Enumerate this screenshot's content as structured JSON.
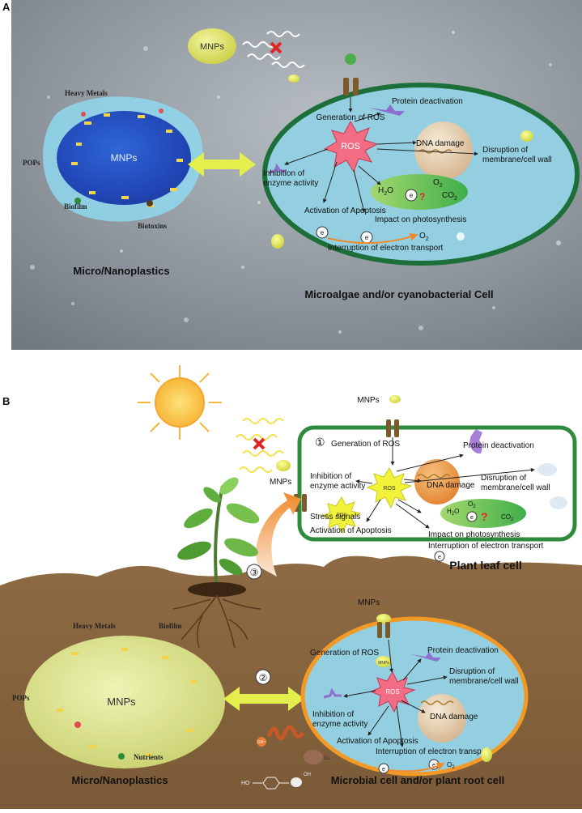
{
  "panel_a": {
    "letter": "A",
    "mnps_floating": "MNPs",
    "plastic": {
      "center": "MNPs",
      "heavy_metals": "Heavy Metals",
      "pops": "POPs",
      "biofilm": "Biofilm",
      "biotoxins": "Biotoxins",
      "caption": "Micro/Nanoplastics"
    },
    "cell": {
      "caption": "Microalgae and/or cyanobacterial Cell",
      "ros": "ROS",
      "generation_of_ros": "Generation of ROS",
      "protein_deactivation": "Protein deactivation",
      "dna_damage": "DNA damage",
      "disruption_1": "Disruption of",
      "disruption_2": "membrane/cell wall",
      "inhibition_1": "Inhibition of",
      "inhibition_2": "enzyme activity",
      "activation_apoptosis": "Activation of Apoptosis",
      "impact_photosynthesis": "Impact on photosynthesis",
      "interruption": "Interruption of electron transport",
      "h2o": "H",
      "h2o_sub": "2",
      "h2o_end": "O",
      "o2": "O",
      "o2_sub": "2",
      "co2": "CO",
      "co2_sub": "2",
      "electron": "e",
      "electron_sup": "-",
      "question": "?"
    }
  },
  "panel_b": {
    "letter": "B",
    "mnps_top": "MNPs",
    "mnps_light": "MNPs",
    "leaf_cell": {
      "number": "①",
      "generation_of_ros": "Generation of ROS",
      "protein_deactivation": "Protein deactivation",
      "inhibition_1": "Inhibition of",
      "inhibition_2": "enzyme activity",
      "ros": "ROS",
      "ros_small": "ROS",
      "dna_damage": "DNA damage",
      "disruption_1": "Disruption of",
      "disruption_2": "membrane/cell wall",
      "stress_signals": "Stress signals",
      "activation_apoptosis": "Activation of Apoptosis",
      "impact_photosynthesis": "Impact on photosynthesis",
      "interruption": "Interruption of electron transport",
      "h2o": "H",
      "h2o_sub": "2",
      "h2o_end": "O",
      "o2": "O",
      "o2_sub": "2",
      "co2": "CO",
      "co2_sub": "2",
      "electron": "e",
      "electron_sup": "-",
      "question": "?",
      "caption": "Plant leaf cell"
    },
    "number_3": "③",
    "number_2": "②",
    "soil_plastic": {
      "center": "MNPs",
      "heavy_metals": "Heavy Metals",
      "biofilm": "Biofilm",
      "pops": "POPs",
      "nutrients": "Nutrients",
      "caption": "Micro/Nanoplastics"
    },
    "root_cell": {
      "mnps": "MNPs",
      "mnps_badge": "MNPs",
      "generation_of_ros": "Generation of ROS",
      "protein_deactivation": "Protein deactivation",
      "disruption_1": "Disruption of",
      "disruption_2": "membrane/cell wall",
      "inhibition_1": "Inhibition of",
      "inhibition_2": "enzyme activity",
      "ros": "ROS",
      "dna_damage": "DNA damage",
      "activation_apoptosis": "Activation of Apoptosis",
      "interruption": "Interruption of electron transport",
      "electron": "e",
      "o2": "O",
      "o2_sub": "2",
      "caption": "Microbial cell and/or plant root cell"
    },
    "chem_cd": "Cd²⁺",
    "chem_cu": "Cu",
    "chem_ho": "HO",
    "chem_oh": "OH"
  },
  "colors": {
    "panel_a_bg": "#8d949b",
    "cell_a_fill": "#93cfe0",
    "cell_a_border": "#1d6f3a",
    "leaf_border": "#2e8b3d",
    "root_border": "#f29a25",
    "soil": "#8c6a45",
    "ros_fill": "#f26d84",
    "arrow_yellow": "#e3ec4c",
    "arrow_orange": "#f08a2a"
  },
  "icons": [
    "sun-icon",
    "wavy-light-icon",
    "red-cross-icon",
    "channel-icon",
    "protein-icon",
    "worm-icon",
    "plant-icon"
  ]
}
